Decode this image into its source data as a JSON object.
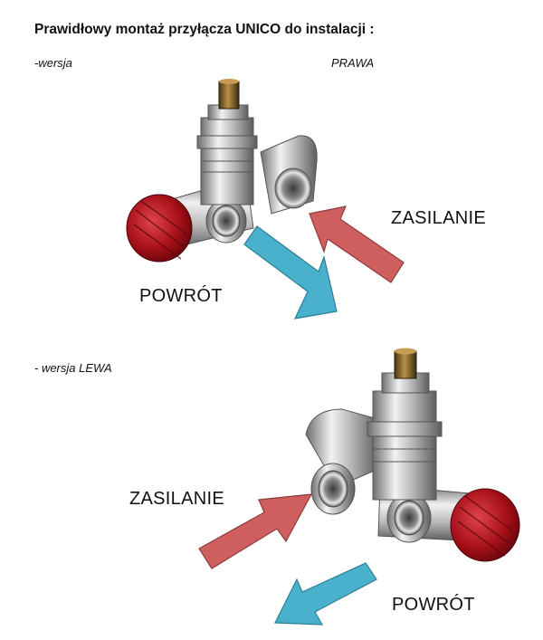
{
  "title": "Prawidłowy montaż przyłącza UNICO do instalacji :",
  "section_right": {
    "label": "-wersja",
    "side": "PRAWA"
  },
  "section_left": {
    "label": "- wersja LEWA"
  },
  "labels": {
    "right_supply": "ZASILANIE",
    "right_return": "POWRÓT",
    "left_supply": "ZASILANIE",
    "left_return": "POWRÓT"
  },
  "colors": {
    "supply_arrow": "#cf5f5f",
    "return_arrow": "#4ab1cc",
    "knob": "#a50f18",
    "chrome": "#b8b8b8",
    "stem": "#8a6a2a"
  }
}
